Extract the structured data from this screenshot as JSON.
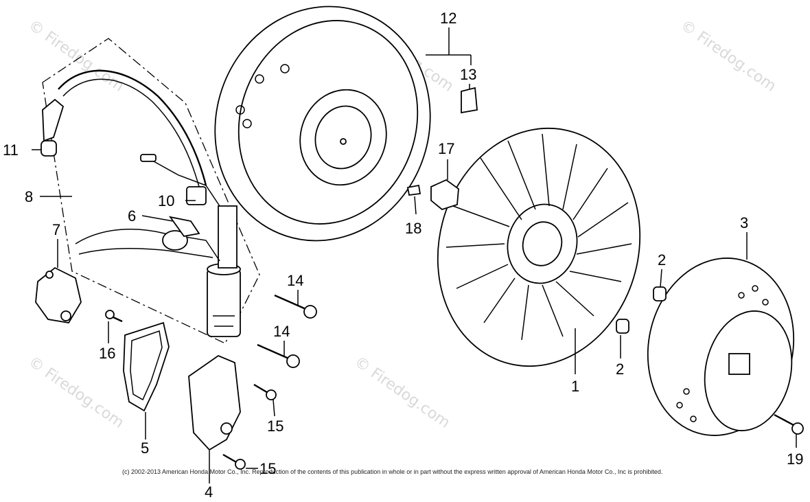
{
  "callouts": {
    "c1": "1",
    "c2a": "2",
    "c2b": "2",
    "c3": "3",
    "c4": "4",
    "c5": "5",
    "c6": "6",
    "c7": "7",
    "c8": "8",
    "c10": "10",
    "c11": "11",
    "c12": "12",
    "c13": "13",
    "c14a": "14",
    "c14b": "14",
    "c15a": "15",
    "c15b": "15",
    "c16": "16",
    "c17": "17",
    "c18": "18",
    "c19": "19"
  },
  "watermark": {
    "text": "© Firedog.com"
  },
  "copyright": "(c) 2002-2013 American Honda Motor Co., Inc. Reproduction of the contents of this publication in whole or in part without the express written approval of American Honda Motor Co., Inc is prohibited."
}
